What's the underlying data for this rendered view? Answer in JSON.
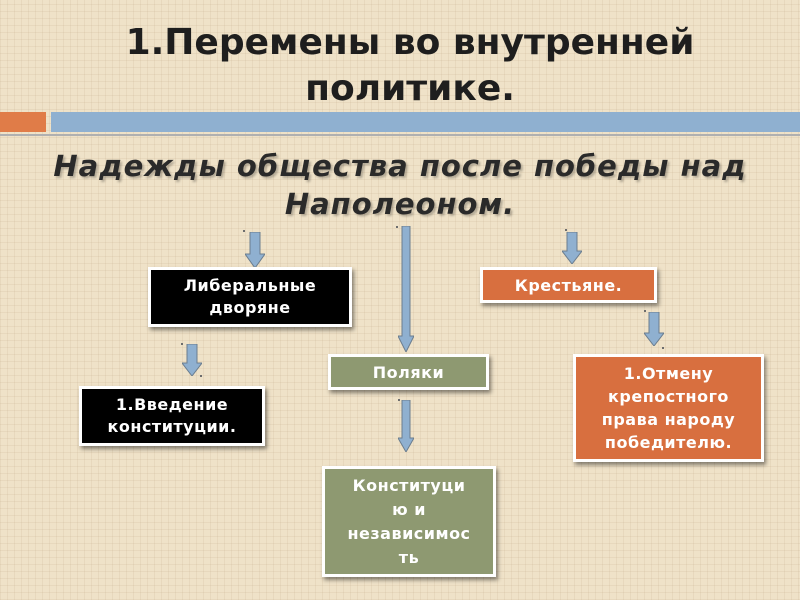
{
  "slide": {
    "title_line1": "1.Перемены во внутренней",
    "title_line2": "политике.",
    "subtitle_line1": "Надежды общества после победы над",
    "subtitle_line2": "Наполеоном."
  },
  "boxes": {
    "liberal_line1": "Либеральные",
    "liberal_line2": "дворяне",
    "constitution_intro_line1": "1.Введение",
    "constitution_intro_line2": "конституции.",
    "poles": "Поляки",
    "constitution_independence_line1": "Конституци",
    "constitution_independence_line2": "ю и",
    "constitution_independence_line3": "независимос",
    "constitution_independence_line4": "ть",
    "peasants": "Крестьяне.",
    "serfdom_line1": "1.Отмену",
    "serfdom_line2": "крепостного",
    "serfdom_line3": "права народу",
    "serfdom_line4": "победителю."
  },
  "colors": {
    "accent_orange": "#d86f3f",
    "accent_blue": "#8fb0d0",
    "olive": "#8e9971",
    "black": "#000000",
    "background": "#efe2c8"
  }
}
